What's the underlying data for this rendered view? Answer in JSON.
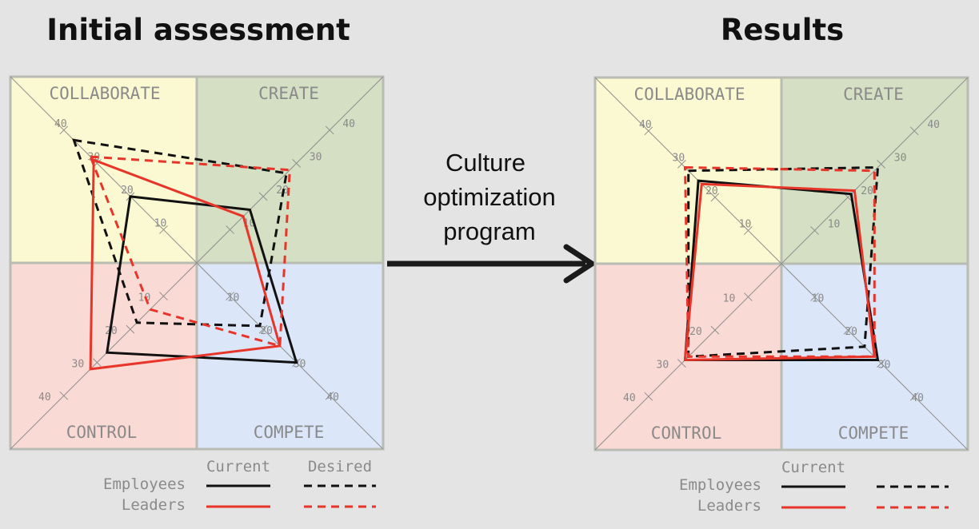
{
  "colors": {
    "collaborate": "#fbf9d2",
    "create": "#d4dfc3",
    "control": "#fadad5",
    "compete": "#dbe6f9",
    "employees": "#111111",
    "leaders": "#e8352a",
    "frame": "#b9bcb2"
  },
  "arrow_text": [
    "Culture",
    "optimization",
    "program"
  ],
  "legend_rows": [
    "Employees",
    "Leaders"
  ],
  "chart_data": [
    {
      "type": "radar",
      "title": "Initial assessment",
      "axes": [
        "COLLABORATE",
        "CREATE",
        "COMPETE",
        "CONTROL"
      ],
      "axis_ticks": [
        "10",
        "20",
        "30",
        "40"
      ],
      "range": [
        0,
        40
      ],
      "legend_columns": [
        "Current",
        "Desired"
      ],
      "series": [
        {
          "group": "Employees",
          "state": "Current",
          "values": [
            20,
            16,
            30,
            27
          ]
        },
        {
          "group": "Employees",
          "state": "Desired",
          "values": [
            37,
            27,
            19,
            18
          ]
        },
        {
          "group": "Leaders",
          "state": "Current",
          "values": [
            31,
            14,
            25,
            32
          ]
        },
        {
          "group": "Leaders",
          "state": "Desired",
          "values": [
            32,
            28,
            25,
            14
          ]
        }
      ]
    },
    {
      "type": "radar",
      "title": "Results",
      "axes": [
        "COLLABORATE",
        "CREATE",
        "COMPETE",
        "CONTROL"
      ],
      "axis_ticks": [
        "10",
        "20",
        "30",
        "40"
      ],
      "range": [
        0,
        40
      ],
      "legend_columns": [
        "Current",
        ""
      ],
      "series": [
        {
          "group": "Employees",
          "state": "Current",
          "values": [
            25,
            21,
            29,
            29
          ]
        },
        {
          "group": "Employees",
          "state": "Desired",
          "values": [
            28,
            29,
            25,
            28
          ]
        },
        {
          "group": "Leaders",
          "state": "Current",
          "values": [
            24,
            22,
            28,
            29
          ]
        },
        {
          "group": "Leaders",
          "state": "Desired",
          "values": [
            29,
            28,
            28,
            28
          ]
        }
      ]
    }
  ]
}
